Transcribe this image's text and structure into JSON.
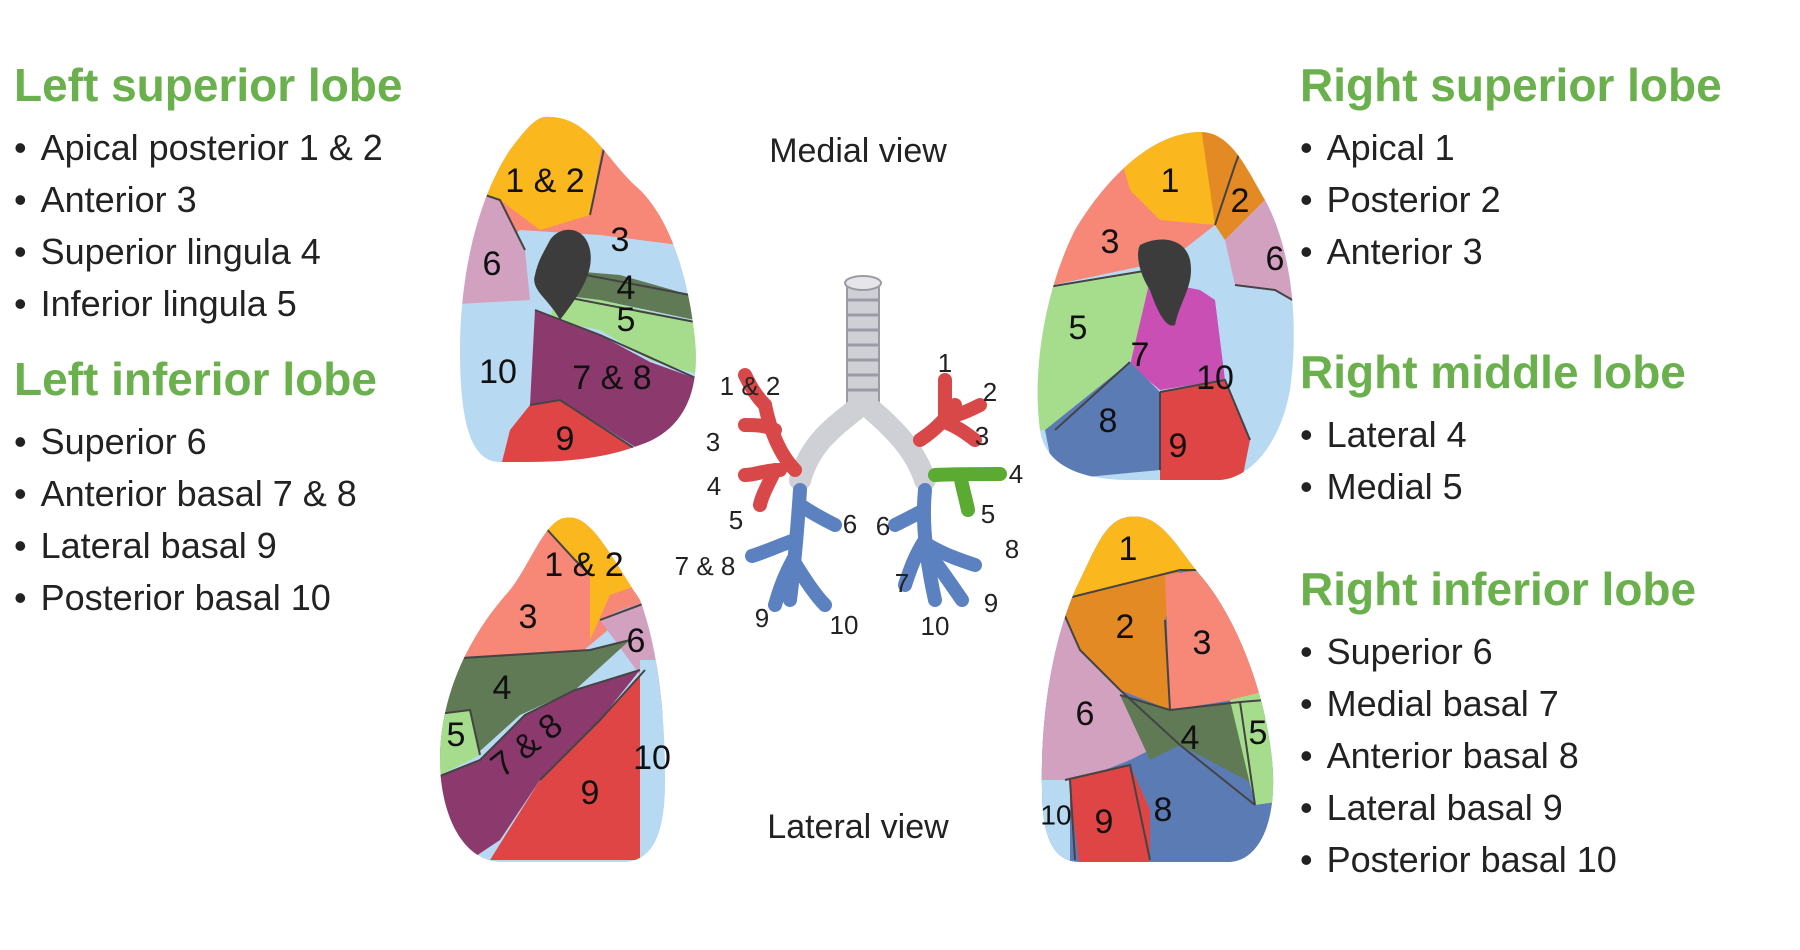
{
  "left_superior": {
    "title": "Left superior lobe",
    "items": [
      "Apical posterior 1 & 2",
      "Anterior 3",
      "Superior lingula 4",
      "Inferior lingula 5"
    ]
  },
  "left_inferior": {
    "title": "Left inferior lobe",
    "items": [
      "Superior 6",
      "Anterior basal 7 & 8",
      "Lateral basal 9",
      "Posterior basal 10"
    ]
  },
  "right_superior": {
    "title": "Right superior lobe",
    "items": [
      "Apical 1",
      "Posterior 2",
      "Anterior 3"
    ]
  },
  "right_middle": {
    "title": "Right middle lobe",
    "items": [
      "Lateral 4",
      "Medial 5"
    ]
  },
  "right_inferior": {
    "title": "Right inferior lobe",
    "items": [
      "Superior 6",
      "Medial basal 7",
      "Anterior basal 8",
      "Lateral basal 9",
      "Posterior basal 10"
    ]
  },
  "views": {
    "medial": "Medial view",
    "lateral": "Lateral view"
  },
  "labels": {
    "lm": {
      "s12": "1 & 2",
      "s3": "3",
      "s4": "4",
      "s5": "5",
      "s6": "6",
      "s10": "10",
      "s78": "7 & 8",
      "s9": "9"
    },
    "rm": {
      "s1": "1",
      "s2": "2",
      "s3": "3",
      "s6": "6",
      "s5": "5",
      "s7": "7",
      "s10": "10",
      "s8": "8",
      "s9": "9"
    },
    "ll": {
      "s12": "1 & 2",
      "s3": "3",
      "s6": "6",
      "s4": "4",
      "s5": "5",
      "s78": "7 & 8",
      "s9": "9",
      "s10": "10"
    },
    "rl": {
      "s1": "1",
      "s2": "2",
      "s3": "3",
      "s6": "6",
      "s4": "4",
      "s5": "5",
      "s8": "8",
      "s9": "9",
      "s10": "10"
    }
  },
  "bronchi": {
    "left": {
      "b12": "1 & 2",
      "b3": "3",
      "b4": "4",
      "b5": "5",
      "b6": "6",
      "b78": "7 & 8",
      "b9": "9",
      "b10": "10"
    },
    "right": {
      "b1": "1",
      "b2": "2",
      "b3": "3",
      "b4": "4",
      "b5": "5",
      "b6": "6",
      "b7": "7",
      "b8": "8",
      "b9": "9",
      "b10": "10"
    }
  },
  "colors": {
    "title": "#6ab04c",
    "apical": "#fbb71e",
    "posterior": "#e48a25",
    "anterior": "#f78776",
    "superior_lingula": "#5f7a54",
    "inferior_lingula": "#a6dd8d",
    "superior_6": "#d3a1c0",
    "anterior_basal": "#8c3a6d",
    "medial_basal": "#c94fb4",
    "anterior_basal_right": "#5b7bb5",
    "lateral_basal": "#e04545",
    "posterior_basal": "#b7d9f2",
    "hilum": "#3c3c3c",
    "bronchus_superior": "#d94848",
    "bronchus_middle": "#5bab33",
    "bronchus_inferior": "#5b81c0",
    "trachea": "#cfcfd6"
  }
}
